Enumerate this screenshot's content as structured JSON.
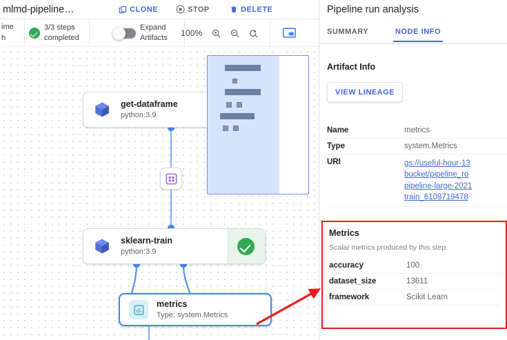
{
  "header": {
    "run_title": "mlmd-pipeline…",
    "actions": [
      {
        "label": "CLONE",
        "icon": "copy-icon",
        "style": "blue"
      },
      {
        "label": "STOP",
        "icon": "stop-circle-icon",
        "style": "gray"
      },
      {
        "label": "DELETE",
        "icon": "trash-icon",
        "style": "blue"
      }
    ]
  },
  "toolbar": {
    "clipped_line1": "ime",
    "clipped_line2": "h",
    "steps_line1": "3/3 steps",
    "steps_line2": "completed",
    "expand_line1": "Expand",
    "expand_line2": "Artifacts",
    "expand_toggle_on": false,
    "zoom_level": "100%",
    "zoom_in_icon": "zoom-in-icon",
    "zoom_out_icon": "zoom-out-icon",
    "zoom_reset_icon": "zoom-reset-icon",
    "minimap_icon": "minimap-toggle-icon"
  },
  "graph": {
    "nodes": [
      {
        "id": "get-dataframe",
        "title": "get-dataframe",
        "subtitle": "python:3.9",
        "icon": "cube-icon",
        "selected": false,
        "status": null
      },
      {
        "id": "dataset",
        "title": "",
        "subtitle": "",
        "icon": "dataset-grid-icon",
        "selected": false,
        "status": null
      },
      {
        "id": "sklearn-train",
        "title": "sklearn-train",
        "subtitle": "python:3.9",
        "icon": "cube-icon",
        "selected": false,
        "status": "succeeded"
      },
      {
        "id": "metrics",
        "title": "metrics",
        "subtitle": "Type: system.Metrics",
        "icon": "bar-chart-icon",
        "selected": true,
        "status": null
      }
    ],
    "accent_edge_color": "#4285f4",
    "node_border_selected": "#4285f4"
  },
  "annotation": {
    "arrow_color": "#ee1c1c",
    "highlight_color": "#ee1c1c"
  },
  "panel": {
    "title": "Pipeline run analysis",
    "tabs": [
      {
        "label": "SUMMARY",
        "active": false
      },
      {
        "label": "NODE INFO",
        "active": true
      }
    ],
    "artifact_heading": "Artifact Info",
    "view_lineage_label": "VIEW LINEAGE",
    "info_rows": [
      {
        "key": "Name",
        "value": "metrics",
        "link": false
      },
      {
        "key": "Type",
        "value": "system.Metrics",
        "link": false
      }
    ],
    "uri_key": "URI",
    "uri_lines": [
      "gs://useful-hour-13",
      "bucket/pipeline_ro",
      "pipeline-large-2021",
      "train_6108719478"
    ],
    "metrics": {
      "heading": "Metrics",
      "description": "Scalar metrics produced by this step.",
      "rows": [
        {
          "key": "accuracy",
          "value": "100"
        },
        {
          "key": "dataset_size",
          "value": "13611"
        },
        {
          "key": "framework",
          "value": "Scikit Learn"
        }
      ]
    }
  }
}
